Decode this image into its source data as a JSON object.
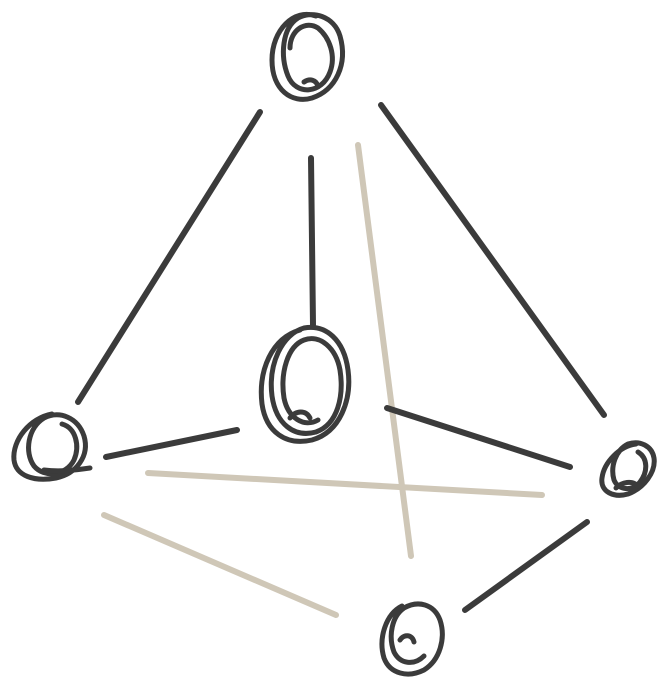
{
  "diagram": {
    "kind": "sketched tetrahedron-like graph",
    "colors": {
      "front_edges": "#3b3b3b",
      "back_edges": "#cfc7b7",
      "nodes": "#3b3b3b",
      "background": "#ffffff"
    },
    "nodes": [
      {
        "id": "top"
      },
      {
        "id": "center"
      },
      {
        "id": "left"
      },
      {
        "id": "right"
      },
      {
        "id": "bottom"
      }
    ],
    "edges": [
      {
        "id": "top-left",
        "from": "top",
        "to": "left",
        "style": "front"
      },
      {
        "id": "top-right",
        "from": "top",
        "to": "right",
        "style": "front"
      },
      {
        "id": "top-center",
        "from": "top",
        "to": "center",
        "style": "front"
      },
      {
        "id": "left-center",
        "from": "left",
        "to": "center",
        "style": "front"
      },
      {
        "id": "center-right",
        "from": "center",
        "to": "right",
        "style": "front"
      },
      {
        "id": "right-bottom",
        "from": "right",
        "to": "bottom",
        "style": "front"
      },
      {
        "id": "left-right-back",
        "from": "left",
        "to": "right",
        "style": "back"
      },
      {
        "id": "left-bottom-back",
        "from": "left",
        "to": "bottom",
        "style": "back"
      },
      {
        "id": "top-bottom-back",
        "from": "top",
        "to": "bottom",
        "style": "back"
      }
    ]
  }
}
